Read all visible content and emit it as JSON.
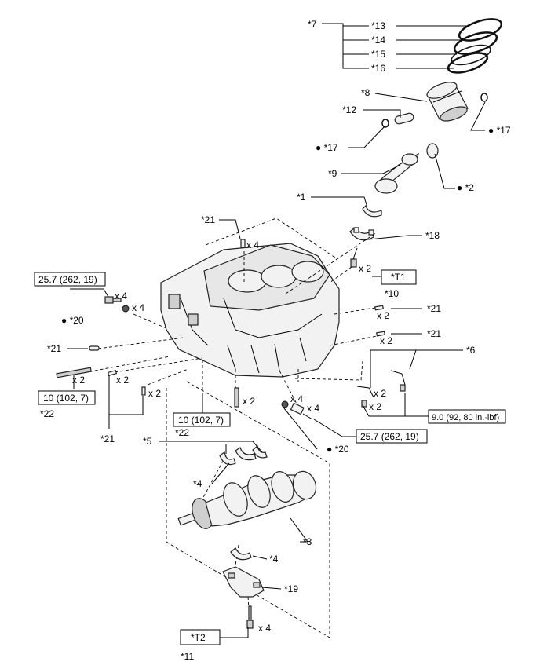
{
  "diagram": {
    "callouts": {
      "c7": "*7",
      "c13": "*13",
      "c14": "*14",
      "c15": "*15",
      "c16": "*16",
      "c8": "*8",
      "c12": "*12",
      "c17a": "● *17",
      "c17b": "● *17",
      "c9": "*9",
      "c2": "● *2",
      "c1": "*1",
      "c18": "*18",
      "c10": "*10",
      "c21_top": "*21",
      "c21_r1": "*21",
      "c21_r2": "*21",
      "c21_left": "*21",
      "c21_bottom": "*21",
      "c6": "*6",
      "c20_left": "● *20",
      "c20_mid": "● *20",
      "c22_left": "*22",
      "c22_mid": "*22",
      "c5": "*5",
      "c4a": "*4",
      "c4b": "*4",
      "c3": "*3",
      "c19": "*19",
      "c11": "*11"
    },
    "quantities": {
      "q_top_pin": "x 4",
      "q_conrod_bolt": "x 2",
      "q_left_bolt": "x 4",
      "q_left_washer": "x 4",
      "q_stud_left": "x 2",
      "q_pin_a": "x 2",
      "q_pin_b": "x 2",
      "q_pin_c": "x 2",
      "q_pin_r1": "x 2",
      "q_pin_r2": "x 2",
      "q_mid_washer": "x 4",
      "q_mid_bolt": "x 4",
      "q_nozzle_a": "x 2",
      "q_nozzle_b": "x 2",
      "q_bottom_bolt": "x 4"
    },
    "torque_boxes": {
      "t_left_top": "25.7 (262, 19)",
      "t_left_stud": "10 (102, 7)",
      "t_mid_stud": "10 (102, 7)",
      "t_mid_bolt": "25.7 (262, 19)",
      "t_nozzle": "9.0 (92, 80 in.·lbf)",
      "t_t1": "*T1",
      "t_t2": "*T2"
    }
  }
}
